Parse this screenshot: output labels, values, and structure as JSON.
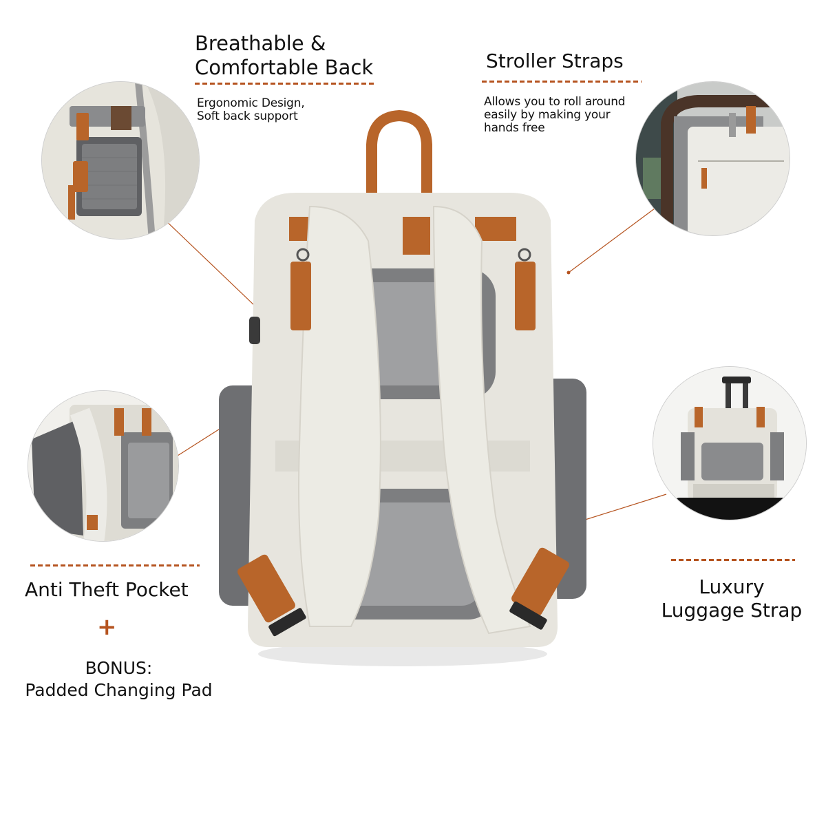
{
  "features": {
    "back": {
      "title_line1": "Breathable &",
      "title_line2": "Comfortable Back",
      "desc_line1": "Ergonomic Design,",
      "desc_line2": "Soft back support"
    },
    "stroller": {
      "title": "Stroller Straps",
      "desc_line1": "Allows you to roll around",
      "desc_line2": "easily by making your",
      "desc_line3": "hands free"
    },
    "pocket": {
      "title": "Anti Theft Pocket",
      "plus": "+",
      "bonus_line1": "BONUS:",
      "bonus_line2": "Padded Changing Pad"
    },
    "luggage": {
      "title_line1": "Luxury",
      "title_line2": "Luggage Strap"
    }
  },
  "colors": {
    "accent_dash": "#b5531f",
    "leather": "#b8652a",
    "cream": "#ece9e1",
    "grey_fabric": "#6e6f72",
    "mesh": "#8a8b8d"
  }
}
